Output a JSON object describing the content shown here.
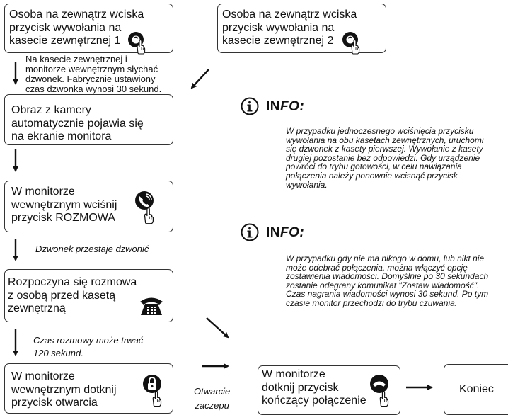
{
  "steps": {
    "s1": "Osoba na zewnątrz wciska\nprzycisk wywołania na\nkasecie zewnętrznej 1",
    "s2": "Osoba na zewnątrz wciska\nprzycisk wywołania na\nkasecie zewnętrznej 2",
    "s3": "Obraz z kamery\nautomatycznie pojawia się\nna ekranie monitora",
    "s4": "W monitorze\nwewnętrznym wciśnij\nprzycisk ROZMOWA",
    "s5": "Rozpoczyna się rozmowa\nz osobą przed kasetą\nzewnętrzną",
    "s6": "W monitorze\nwewnętrznym dotknij\nprzycisk otwarcia",
    "s7": "W monitorze\ndotknij przycisk\nkończący połączenie",
    "s8": "Koniec"
  },
  "notes": {
    "chime": "Na kasecie zewnętrznej i\nmonitorze wewnętrznym słychać\ndzwonek. Fabrycznie ustawiony\nczas dzwonka wynosi 30 sekund.",
    "stop": "Dzwonek przestaje dzwonić",
    "talk": "Czas rozmowy może trwać\n120 sekund.",
    "unlock": "Otwarcie\nzaczepu"
  },
  "info1": {
    "title_a": "IN",
    "title_b": "FO:",
    "body": "W przypadku jednoczesnego wciśnięcia przycisku\nwywołania na obu kasetach zewnętrznych, uruchomi\nsię dzwonek z kasety pierwszej. Wywołanie z kasety\ndrugiej pozostanie bez odpowiedzi. Gdy urządzenie\npowróci do trybu gotowości, w celu nawiązania\npołączenia należy ponownie wcisnąć przycisk\nwywołania."
  },
  "info2": {
    "title_a": "IN",
    "title_b": "FO:",
    "body": "W przypadku gdy nie ma nikogo w domu, lub nikt nie\nmoże odebrać połączenia, można włączyć opcję\nzostawienia wiadomości. Domyślnie po 30 sekundach\nzostanie odegrany komunikat \"Zostaw wiadomość\".\nCzas nagrania wiadomości wynosi 30 sekund. Po tym\nczasie monitor przechodzi do trybu czuwania."
  },
  "icons": {
    "call": "call-button-press-icon",
    "talk": "phone-button-press-icon",
    "handset": "desk-telephone-icon",
    "unlock": "padlock-button-press-icon",
    "hangup": "hangup-button-press-icon",
    "info": "info-icon"
  },
  "colors": {
    "line": "#333333",
    "text": "#111111",
    "icon": "#111111"
  }
}
